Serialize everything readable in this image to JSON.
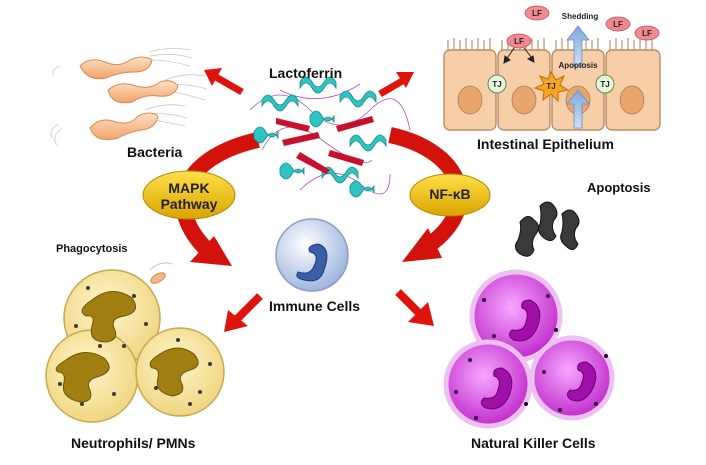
{
  "labels": {
    "lactoferrin": "Lactoferrin",
    "bacteria": "Bacteria",
    "intestinal_epithelium": "Intestinal Epithelium",
    "apoptosis": "Apoptosis",
    "phagocytosis": "Phagocytosis",
    "immune_cells": "Immune Cells",
    "neutrophils": "Neutrophils/ PMNs",
    "nk_cells": "Natural Killer Cells"
  },
  "pathways": {
    "mapk_line1": "MAPK",
    "mapk_line2": "Pathway",
    "nfkb": "NF-κB"
  },
  "epithelium": {
    "lf": "LF",
    "tj": "TJ",
    "shedding": "Shedding",
    "apoptosis": "Apoptosis"
  },
  "colors": {
    "arrow_red": "#e0120c",
    "pill_yellow": "#f2c400",
    "protein_cyan": "#2ec4c4",
    "protein_red": "#c8102e",
    "neutrophil_fill": "#f5e3a0",
    "neutrophil_nucleus": "#a07f10",
    "nk_fill": "#e070e8",
    "nk_nucleus": "#a010a8",
    "epithelium_fill": "#f6cfa8",
    "lf_pink": "#f08a90"
  },
  "icons": [
    "bacteria-icon",
    "protein-structure-icon",
    "immune-cell-icon",
    "apoptotic-body-icon",
    "neutrophil-cell-icon",
    "nk-cell-icon",
    "epithelial-cell-icon"
  ]
}
